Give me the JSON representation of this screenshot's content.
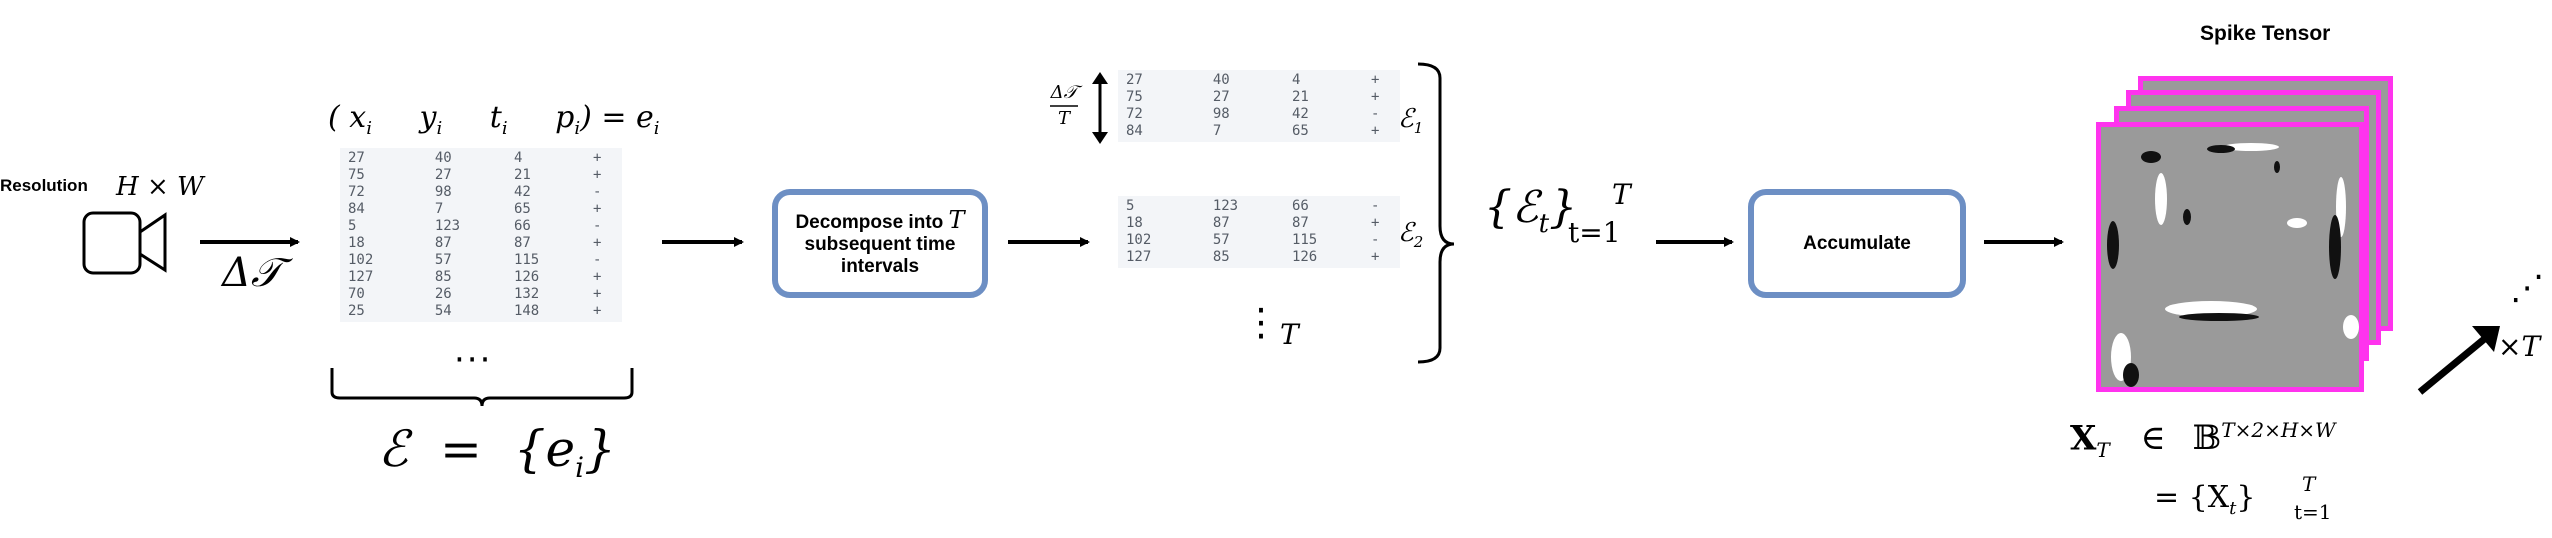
{
  "resolution": {
    "label": "Resolution",
    "dims": "H × W"
  },
  "delta_t_label": "Δ𝒯",
  "event_header": {
    "x": "x",
    "x_sub": "i",
    "y": "y",
    "y_sub": "i",
    "t": "t",
    "t_sub": "i",
    "p": "p",
    "p_sub": "i",
    "rhs": ") = e",
    "rhs_sub": "i",
    "open": "("
  },
  "events_table": [
    [
      "27",
      "40",
      "4",
      "+"
    ],
    [
      "75",
      "27",
      "21",
      "+"
    ],
    [
      "72",
      "98",
      "42",
      "-"
    ],
    [
      "84",
      "7",
      "65",
      "+"
    ],
    [
      "5",
      "123",
      "66",
      "-"
    ],
    [
      "18",
      "87",
      "87",
      "+"
    ],
    [
      "102",
      "57",
      "115",
      "-"
    ],
    [
      "127",
      "85",
      "126",
      "+"
    ],
    [
      "70",
      "26",
      "132",
      "+"
    ],
    [
      "25",
      "54",
      "148",
      "+"
    ]
  ],
  "ellipsis": "···",
  "event_set": "ℰ  =  {e",
  "event_set_sub": "i",
  "event_set_close": "}",
  "decompose_box": {
    "line1": "Decompose into ",
    "var": "T",
    "line2": "subsequent time",
    "line3": "intervals"
  },
  "interval_fraction": {
    "num": "Δ𝒯",
    "den": "T"
  },
  "sub_table_1": [
    [
      "27",
      "40",
      "4",
      "+"
    ],
    [
      "75",
      "27",
      "21",
      "+"
    ],
    [
      "72",
      "98",
      "42",
      "-"
    ],
    [
      "84",
      "7",
      "65",
      "+"
    ]
  ],
  "sub_table_2": [
    [
      "5",
      "123",
      "66",
      "-"
    ],
    [
      "18",
      "87",
      "87",
      "+"
    ],
    [
      "102",
      "57",
      "115",
      "-"
    ],
    [
      "127",
      "85",
      "126",
      "+"
    ]
  ],
  "eps1": "ℰ",
  "eps1_sub": "1",
  "eps2": "ℰ",
  "eps2_sub": "2",
  "vdots": "⋮",
  "vdots_T": "T",
  "set_expr": {
    "open": "{ℰ",
    "sub": "t",
    "close": "}",
    "sup": "T",
    "lower": "t=1"
  },
  "accumulate_box": {
    "label": "Accumulate"
  },
  "spike_tensor": {
    "title": "Spike Tensor"
  },
  "times_T": "×T",
  "stack_dots": "⋰",
  "tensor_eq": {
    "X": "X",
    "X_sub": "T",
    "in": "∈",
    "B": "𝔹",
    "B_sup": "T×2×H×W",
    "eq": "= {X",
    "eq_sub_t": "t",
    "eq_close": "}",
    "eq_sup": "T",
    "eq_lower": "t=1"
  },
  "colors": {
    "box_border": "#6d8fc4",
    "frame_border": "#ff33ee",
    "table_bg": "#f3f5f8"
  },
  "icons": {
    "camera": "camera-icon"
  }
}
